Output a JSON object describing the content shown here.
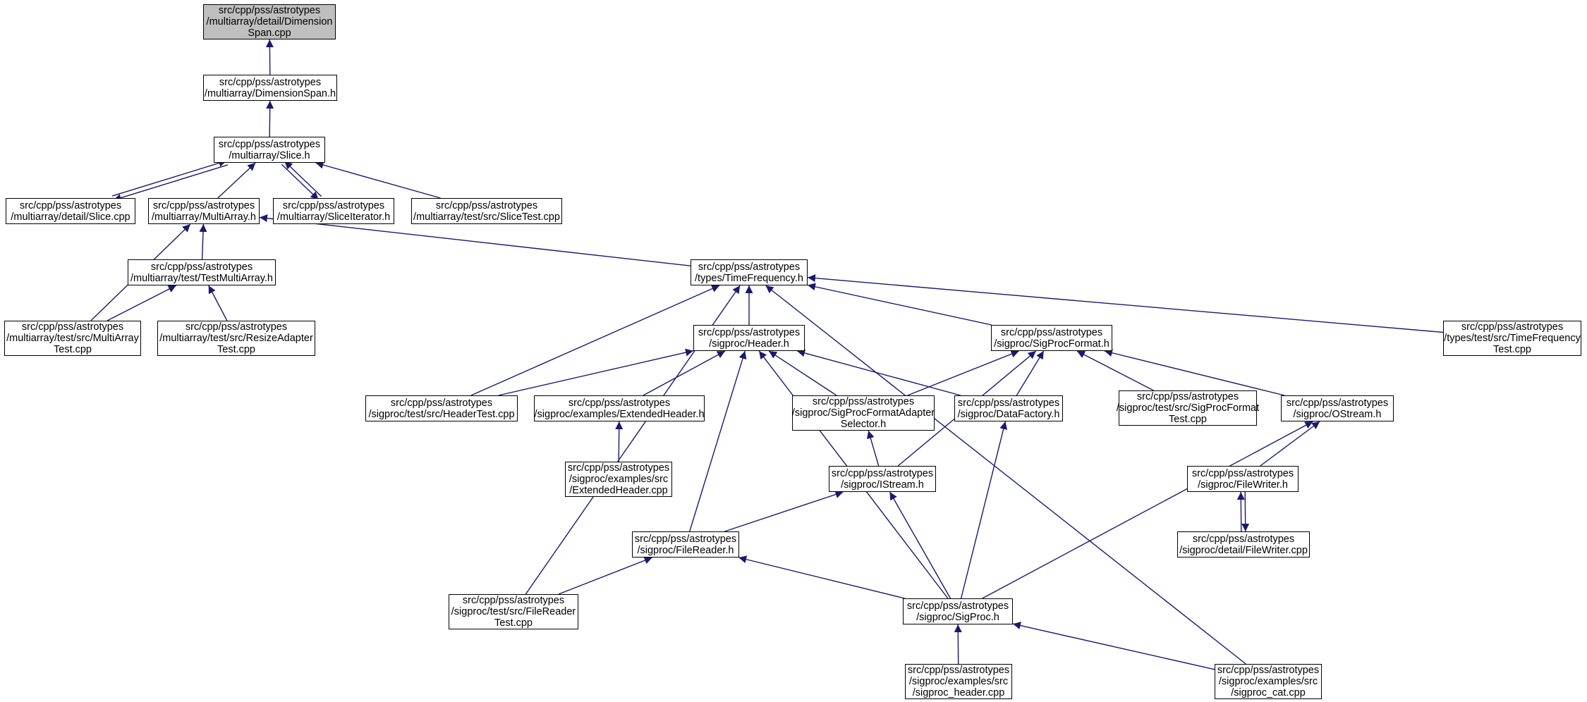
{
  "colors": {
    "edge": "#191970",
    "node_border": "#000000",
    "root_fill": "#bfbfbf",
    "background": "#ffffff"
  },
  "nodes": [
    {
      "id": "dimspan_cpp",
      "lines": [
        "src/cpp/pss/astrotypes",
        "/multiarray/detail/Dimension",
        "Span.cpp"
      ],
      "highlight": true
    },
    {
      "id": "dimspan_h",
      "lines": [
        "src/cpp/pss/astrotypes",
        "/multiarray/DimensionSpan.h"
      ]
    },
    {
      "id": "slice_h",
      "lines": [
        "src/cpp/pss/astrotypes",
        "/multiarray/Slice.h"
      ]
    },
    {
      "id": "slice_cpp",
      "lines": [
        "src/cpp/pss/astrotypes",
        "/multiarray/detail/Slice.cpp"
      ]
    },
    {
      "id": "multiarray_h",
      "lines": [
        "src/cpp/pss/astrotypes",
        "/multiarray/MultiArray.h"
      ]
    },
    {
      "id": "sliceiter_h",
      "lines": [
        "src/cpp/pss/astrotypes",
        "/multiarray/SliceIterator.h"
      ]
    },
    {
      "id": "slicetest_cpp",
      "lines": [
        "src/cpp/pss/astrotypes",
        "/multiarray/test/src/SliceTest.cpp"
      ]
    },
    {
      "id": "testmultiarray_h",
      "lines": [
        "src/cpp/pss/astrotypes",
        "/multiarray/test/TestMultiArray.h"
      ]
    },
    {
      "id": "multiarraytest_cpp",
      "lines": [
        "src/cpp/pss/astrotypes",
        "/multiarray/test/src/MultiArray",
        "Test.cpp"
      ]
    },
    {
      "id": "resizeadapter_cpp",
      "lines": [
        "src/cpp/pss/astrotypes",
        "/multiarray/test/src/ResizeAdapter",
        "Test.cpp"
      ]
    },
    {
      "id": "timefreq_h",
      "lines": [
        "src/cpp/pss/astrotypes",
        "/types/TimeFrequency.h"
      ]
    },
    {
      "id": "timefreqtest_cpp",
      "lines": [
        "src/cpp/pss/astrotypes",
        "/types/test/src/TimeFrequency",
        "Test.cpp"
      ]
    },
    {
      "id": "header_h",
      "lines": [
        "src/cpp/pss/astrotypes",
        "/sigproc/Header.h"
      ]
    },
    {
      "id": "sigprocformat_h",
      "lines": [
        "src/cpp/pss/astrotypes",
        "/sigproc/SigProcFormat.h"
      ]
    },
    {
      "id": "headertest_cpp",
      "lines": [
        "src/cpp/pss/astrotypes",
        "/sigproc/test/src/HeaderTest.cpp"
      ]
    },
    {
      "id": "extheader_h",
      "lines": [
        "src/cpp/pss/astrotypes",
        "/sigproc/examples/ExtendedHeader.h"
      ]
    },
    {
      "id": "adapter_h",
      "lines": [
        "src/cpp/pss/astrotypes",
        "/sigproc/SigProcFormatAdapter",
        "Selector.h"
      ]
    },
    {
      "id": "datafactory_h",
      "lines": [
        "src/cpp/pss/astrotypes",
        "/sigproc/DataFactory.h"
      ]
    },
    {
      "id": "formattest_cpp",
      "lines": [
        "src/cpp/pss/astrotypes",
        "/sigproc/test/src/SigProcFormat",
        "Test.cpp"
      ]
    },
    {
      "id": "ostream_h",
      "lines": [
        "src/cpp/pss/astrotypes",
        "/sigproc/OStream.h"
      ]
    },
    {
      "id": "extheader_cpp",
      "lines": [
        "src/cpp/pss/astrotypes",
        "/sigproc/examples/src",
        "/ExtendedHeader.cpp"
      ]
    },
    {
      "id": "istream_h",
      "lines": [
        "src/cpp/pss/astrotypes",
        "/sigproc/IStream.h"
      ]
    },
    {
      "id": "filewriter_h",
      "lines": [
        "src/cpp/pss/astrotypes",
        "/sigproc/FileWriter.h"
      ]
    },
    {
      "id": "filereader_h",
      "lines": [
        "src/cpp/pss/astrotypes",
        "/sigproc/FileReader.h"
      ]
    },
    {
      "id": "filewriter_cpp",
      "lines": [
        "src/cpp/pss/astrotypes",
        "/sigproc/detail/FileWriter.cpp"
      ]
    },
    {
      "id": "filereadertest_cpp",
      "lines": [
        "src/cpp/pss/astrotypes",
        "/sigproc/test/src/FileReader",
        "Test.cpp"
      ]
    },
    {
      "id": "sigproc_h",
      "lines": [
        "src/cpp/pss/astrotypes",
        "/sigproc/SigProc.h"
      ]
    },
    {
      "id": "sigproc_header_cpp",
      "lines": [
        "src/cpp/pss/astrotypes",
        "/sigproc/examples/src",
        "/sigproc_header.cpp"
      ]
    },
    {
      "id": "sigproc_cat_cpp",
      "lines": [
        "src/cpp/pss/astrotypes",
        "/sigproc/examples/src",
        "/sigproc_cat.cpp"
      ]
    }
  ],
  "edges": [
    {
      "from": "dimspan_h",
      "to": "dimspan_cpp"
    },
    {
      "from": "slice_h",
      "to": "dimspan_h"
    },
    {
      "from": "slice_cpp",
      "to": "slice_h"
    },
    {
      "from": "slice_h",
      "to": "slice_cpp"
    },
    {
      "from": "multiarray_h",
      "to": "slice_h"
    },
    {
      "from": "sliceiter_h",
      "to": "slice_h"
    },
    {
      "from": "slice_h",
      "to": "sliceiter_h"
    },
    {
      "from": "slicetest_cpp",
      "to": "slice_h"
    },
    {
      "from": "testmultiarray_h",
      "to": "multiarray_h"
    },
    {
      "from": "multiarraytest_cpp",
      "to": "multiarray_h"
    },
    {
      "from": "timefreq_h",
      "to": "multiarray_h"
    },
    {
      "from": "multiarraytest_cpp",
      "to": "testmultiarray_h"
    },
    {
      "from": "resizeadapter_cpp",
      "to": "testmultiarray_h"
    },
    {
      "from": "header_h",
      "to": "timefreq_h"
    },
    {
      "from": "sigprocformat_h",
      "to": "timefreq_h"
    },
    {
      "from": "headertest_cpp",
      "to": "timefreq_h"
    },
    {
      "from": "filereadertest_cpp",
      "to": "timefreq_h"
    },
    {
      "from": "timefreqtest_cpp",
      "to": "timefreq_h"
    },
    {
      "from": "sigproc_cat_cpp",
      "to": "timefreq_h"
    },
    {
      "from": "headertest_cpp",
      "to": "header_h"
    },
    {
      "from": "extheader_h",
      "to": "header_h"
    },
    {
      "from": "adapter_h",
      "to": "header_h"
    },
    {
      "from": "datafactory_h",
      "to": "header_h"
    },
    {
      "from": "filereader_h",
      "to": "header_h"
    },
    {
      "from": "sigproc_h",
      "to": "header_h"
    },
    {
      "from": "adapter_h",
      "to": "sigprocformat_h"
    },
    {
      "from": "datafactory_h",
      "to": "sigprocformat_h"
    },
    {
      "from": "istream_h",
      "to": "sigprocformat_h"
    },
    {
      "from": "formattest_cpp",
      "to": "sigprocformat_h"
    },
    {
      "from": "ostream_h",
      "to": "sigprocformat_h"
    },
    {
      "from": "extheader_cpp",
      "to": "extheader_h"
    },
    {
      "from": "istream_h",
      "to": "adapter_h"
    },
    {
      "from": "sigproc_h",
      "to": "datafactory_h"
    },
    {
      "from": "filewriter_h",
      "to": "ostream_h"
    },
    {
      "from": "sigproc_h",
      "to": "ostream_h"
    },
    {
      "from": "filereader_h",
      "to": "istream_h"
    },
    {
      "from": "sigproc_h",
      "to": "istream_h"
    },
    {
      "from": "filewriter_cpp",
      "to": "filewriter_h"
    },
    {
      "from": "filewriter_h",
      "to": "filewriter_cpp"
    },
    {
      "from": "filereadertest_cpp",
      "to": "filereader_h"
    },
    {
      "from": "sigproc_h",
      "to": "filereader_h"
    },
    {
      "from": "sigproc_header_cpp",
      "to": "sigproc_h"
    },
    {
      "from": "sigproc_cat_cpp",
      "to": "sigproc_h"
    }
  ]
}
